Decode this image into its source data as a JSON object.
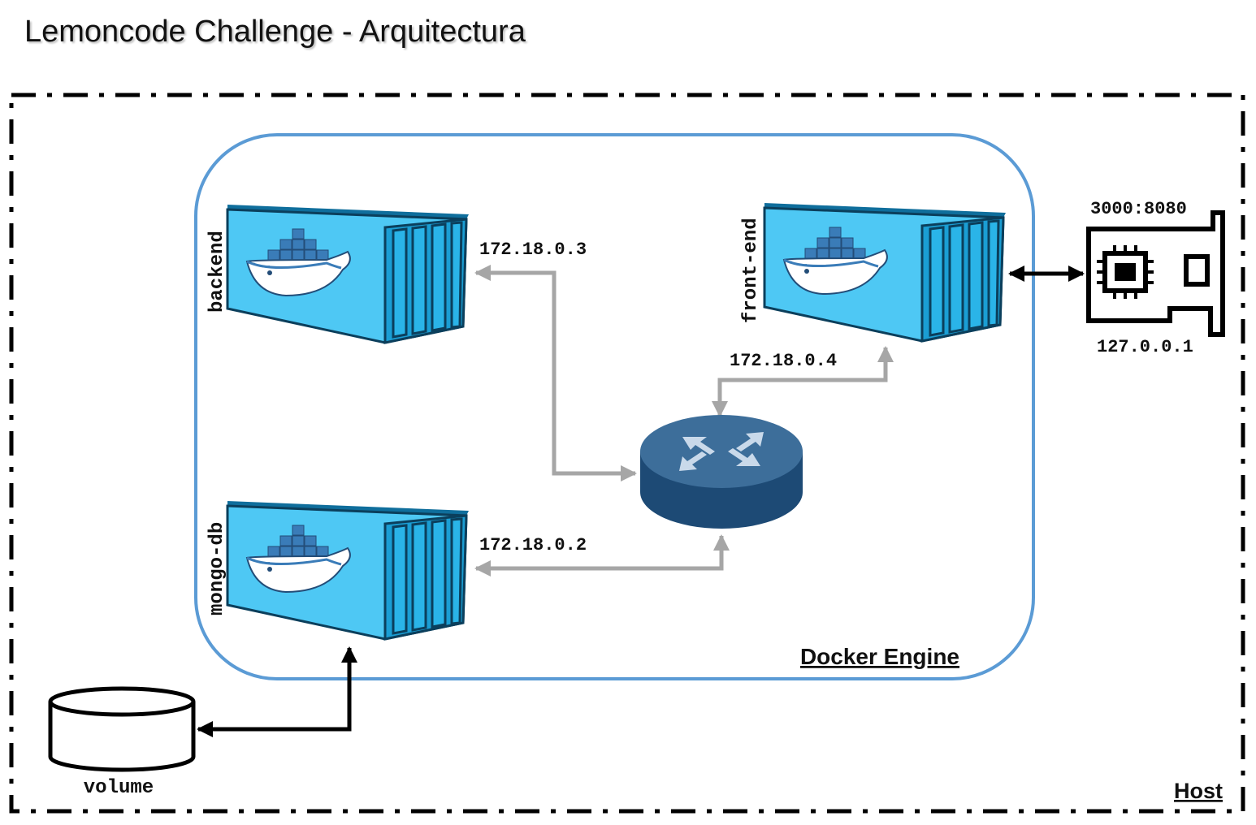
{
  "title": "Lemoncode Challenge - Arquitectura",
  "host": {
    "label": "Host"
  },
  "engine": {
    "label": "Docker Engine"
  },
  "containers": {
    "backend": {
      "name": "backend",
      "ip": "172.18.0.3"
    },
    "mongo": {
      "name": "mongo-db",
      "ip": "172.18.0.2"
    },
    "frontend": {
      "name": "front-end",
      "ip": "172.18.0.4"
    }
  },
  "nic": {
    "port_mapping": "3000:8080",
    "ip": "127.0.0.1"
  },
  "volume": {
    "label": "volume"
  },
  "colors": {
    "engine_border": "#5b9bd5",
    "container_face": "#4ec8f4",
    "container_side": "#1a9ed4",
    "router_top": "#3d6e9a",
    "router_side": "#1d4a75",
    "network_line": "#a6a6a6"
  },
  "icons": {
    "container": "docker-whale-container",
    "router": "router-icon",
    "nic": "network-card-icon",
    "volume": "database-cylinder-icon"
  }
}
